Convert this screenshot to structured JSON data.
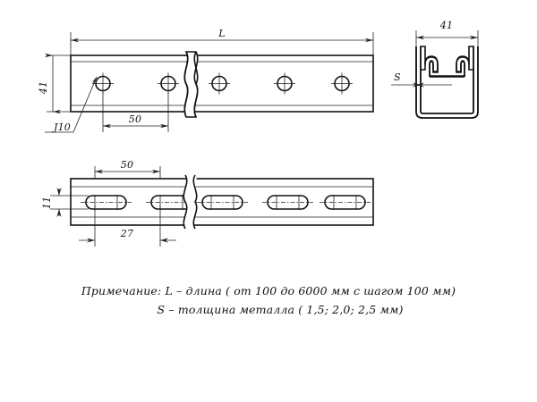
{
  "drawing": {
    "title": "strut-channel-technical-drawing",
    "sheet_background": "#ffffff",
    "line_color": "#111111"
  },
  "views": {
    "top": {
      "name": "front-elevation-view",
      "dimensions": {
        "length_label": "L",
        "height_label": "41",
        "hole_diameter_label": "Ј10",
        "hole_pitch_label": "50"
      },
      "holes_count": 5
    },
    "section": {
      "name": "cross-section-view",
      "dimensions": {
        "width_label": "41",
        "thickness_label": "S"
      }
    },
    "bottom": {
      "name": "plan-view",
      "dimensions": {
        "slot_pitch_label": "50",
        "slot_width_label": "11",
        "slot_offset_label": "27"
      },
      "slots_count": 5
    }
  },
  "note": {
    "line1": "Примечание: L – длина ( от 100 до 6000 мм с шагом 100 мм)",
    "line2": "S – толщина металла ( 1,5; 2,0; 2,5 мм)"
  }
}
